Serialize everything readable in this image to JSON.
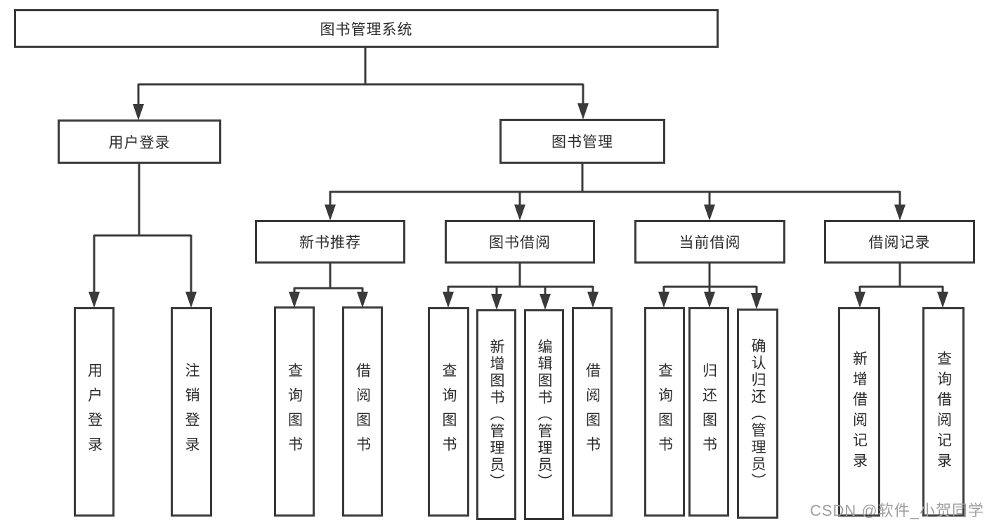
{
  "diagram": {
    "root": {
      "label": "图书管理系统"
    },
    "user_login": {
      "label": "用户登录",
      "children": [
        {
          "label": "用户登录"
        },
        {
          "label": "注销登录"
        }
      ]
    },
    "book_management": {
      "label": "图书管理",
      "modules": [
        {
          "label": "新书推荐",
          "children": [
            {
              "label": "查询图书"
            },
            {
              "label": "借阅图书"
            }
          ]
        },
        {
          "label": "图书借阅",
          "children": [
            {
              "label": "查询图书"
            },
            {
              "label": "新增图书（管理员）"
            },
            {
              "label": "编辑图书（管理员）"
            },
            {
              "label": "借阅图书"
            }
          ]
        },
        {
          "label": "当前借阅",
          "children": [
            {
              "label": "查询图书"
            },
            {
              "label": "归还图书"
            },
            {
              "label": "确认归还（管理员）"
            }
          ]
        },
        {
          "label": "借阅记录",
          "children": [
            {
              "label": "新增借阅记录"
            },
            {
              "label": "查询借阅记录"
            }
          ]
        }
      ]
    }
  },
  "watermark": {
    "text": "CSDN @软件_小贺同学"
  },
  "colors": {
    "line": "#3a3a3a",
    "text": "#2b2b2b",
    "background": "#ffffff",
    "watermark": "#9f9f9f"
  }
}
